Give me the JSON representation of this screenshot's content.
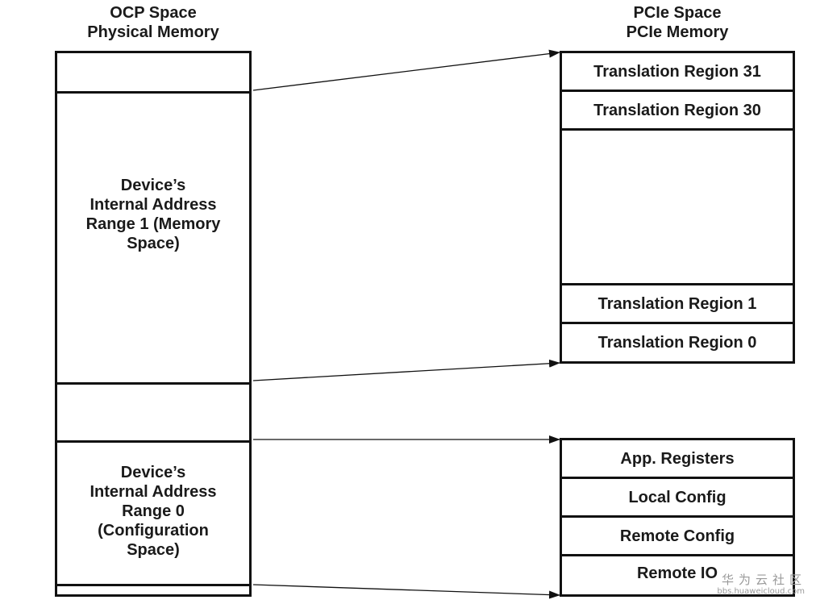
{
  "ocp": {
    "title_line1": "OCP Space",
    "title_line2": "Physical Memory",
    "range1_label": "Device’s\nInternal Address\nRange 1 (Memory\nSpace)",
    "range0_label": "Device’s\nInternal Address\nRange 0\n(Configuration\nSpace)"
  },
  "pcie": {
    "title_line1": "PCIe Space",
    "title_line2": "PCIe Memory",
    "regions": [
      "Translation Region 31",
      "Translation Region 30",
      "Translation Region 1",
      "Translation Region 0"
    ],
    "config_regions": [
      "App. Registers",
      "Local Config",
      "Remote Config",
      "Remote IO"
    ]
  },
  "watermark": {
    "logo": "华为云社区",
    "url": "bbs.huaweicloud.com"
  },
  "colors": {
    "line": "#111111",
    "background": "#ffffff",
    "watermark": "#9a9a9a"
  }
}
